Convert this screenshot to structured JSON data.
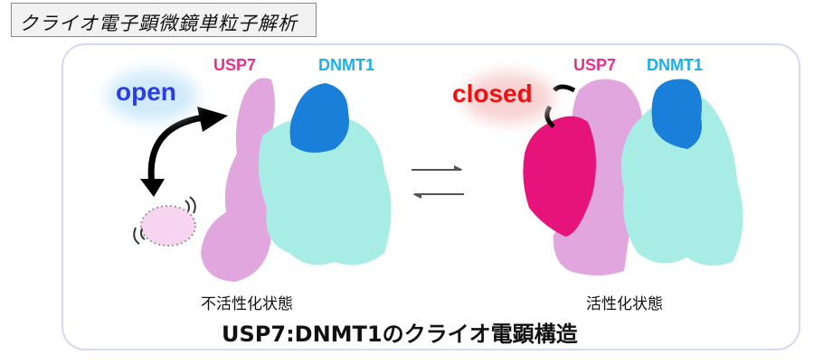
{
  "header": {
    "title": "クライオ電子顕微鏡単粒子解析"
  },
  "left_state": {
    "conformation": "open",
    "protein_a": "USP7",
    "protein_b": "DNMT1",
    "caption": "不活性化状態"
  },
  "right_state": {
    "conformation": "closed",
    "protein_a": "USP7",
    "protein_b": "DNMT1",
    "caption": "活性化状態"
  },
  "figure_title": "USP7:DNMT1のクライオ電顕構造",
  "colors": {
    "usp7_label": "#e8308a",
    "dnmt1_label": "#1ab0e8",
    "open": "#2a3ee6",
    "closed": "#f01010",
    "usp7_light": "#e2a6df",
    "usp7_dark": "#e5137a",
    "dnmt1": "#1a7fd9",
    "dnmt1_light": "#a8ece6"
  }
}
